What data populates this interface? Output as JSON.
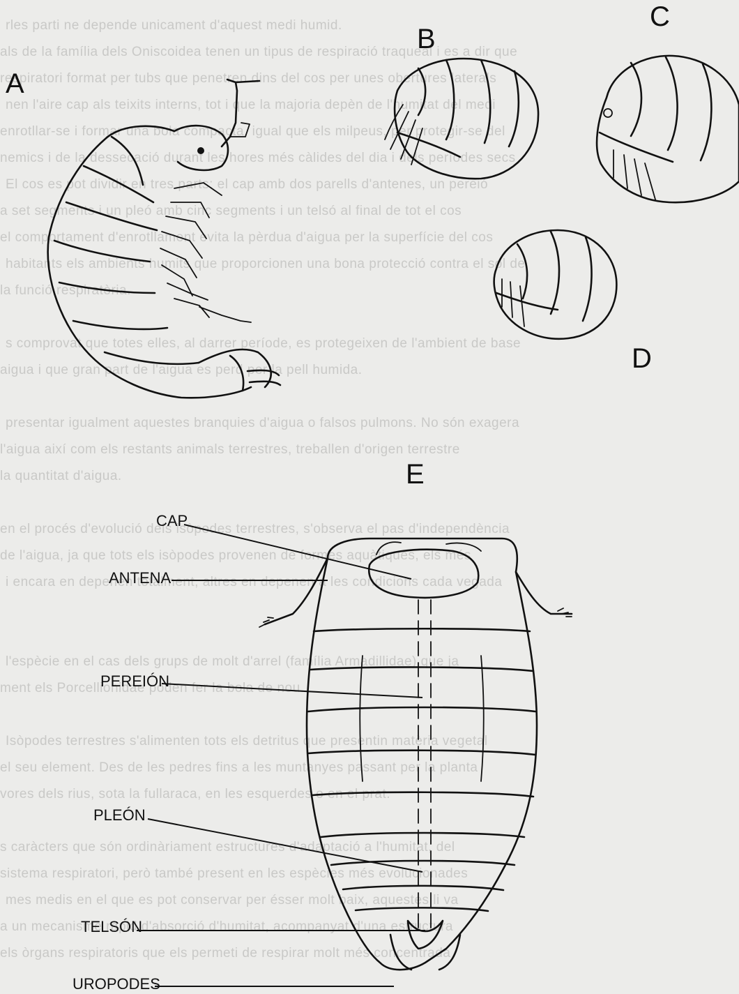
{
  "figure": {
    "panel_letters": {
      "a": "A",
      "b": "B",
      "c": "C",
      "d": "D",
      "e": "E"
    },
    "labels": {
      "cap": "CAP",
      "antena": "ANTENA",
      "pereion": "PEREIÓN",
      "pleon": "PLEÓN",
      "telson": "TELSÓN",
      "uropodes": "UROPODES"
    }
  },
  "background_text": [
    "rles parti ne depende unicament d'aquest medi humid.",
    "als de la família dels Oniscoidea tenen un tipus de respiració traqueal i es a dir que",
    "respiratori format per tubs que penetren dins del cos per unes obertures laterals",
    "nen l'aire cap als teixits interns, tot i que la majoria depèn de l'humitat del medi",
    "enrotllar-se i formar una bola compacta, igual que els milpeus, per protegir-se del",
    "nemics i de la dessecació durant les hores més càlides del dia i dels períodes secs",
    "El cos es pot dividir en tres parts: el cap amb dos parells d'antenes, un pereió",
    "a set segments i un pleó amb cinc segments i un telsó al final de tot el cos",
    "el comportament d'enrotllament evita la pèrdua d'aigua per la superfície del cos",
    "habitants els ambients humits que proporcionen una bona protecció contra el sol de",
    "la funció respiratòria.",
    "",
    "s comprovat que totes elles, al darrer període, es protegeixen de l'ambient de base",
    "aigua i que gran part de l'aigua es perd per la pell humida.",
    "",
    "presentar igualment aquestes branquies d'aigua o falsos pulmons. No són exagera",
    "l'aigua així com els restants animals terrestres, treballen d'origen terrestre",
    "la quantitat d'aigua.",
    "",
    "en el procés d'evolució dels isòpodes terrestres, s'observa el pas d'independència",
    "de l'aigua, ja que tots els isòpodes provenen de formes aquàtiques, els més",
    "i encara en depenen totalment, altres en depenen a les condicions cada vegada",
    "",
    "",
    "l'espècie en el cas dels grups de molt d'arrel (família Armadillidae) que ja",
    "ment els Porcellionidae poden fer la bola de nou.",
    "",
    "Isòpodes terrestres s'alimenten tots els detritus que presentin matèria vegetal",
    "el seu element. Des de les pedres fins a les muntanyes passant per la planta",
    "vores dels rius, sota la fullaraca, en les esquerdes o en el prat.",
    "",
    "s caràcters que són ordinàriament estructures d'adaptació a l'humitat, del",
    "sistema respiratori, però també present en les espècies més evolucionades",
    "mes medis en el que es pot conservar per ésser molt baix, aquestes li va",
    "a un mecanisme rapid d'absorció d'humitat, acompanyat d'una estructura",
    "els òrgans respiratoris que els permeti de respirar molt més concentrada"
  ]
}
